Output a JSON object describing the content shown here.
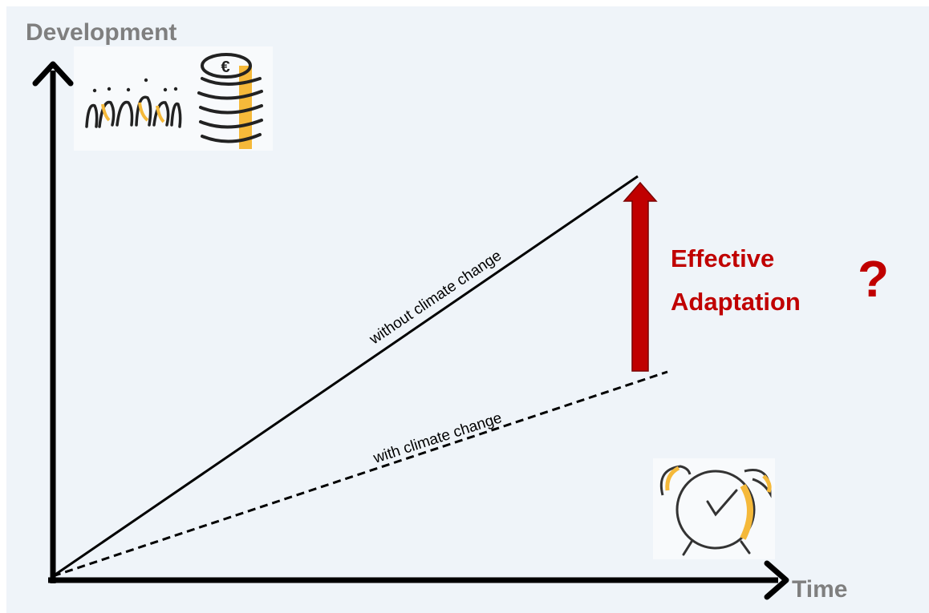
{
  "diagram": {
    "y_axis_label": "Development",
    "x_axis_label": "Time",
    "line_without": "without climate change",
    "line_with": "with climate change",
    "adaptation_line1": "Effective",
    "adaptation_line2": "Adaptation",
    "question_mark": "?"
  },
  "colors": {
    "background": "#eff4f9",
    "axis_label": "#7f7f7f",
    "adaptation": "#c00000",
    "arrow_fill": "#c00000",
    "accent_yellow": "#f5b93a",
    "ink": "#000000"
  },
  "icons": {
    "top_left": "people-and-coins-sketch-icon",
    "bottom_right": "alarm-clock-sketch-icon"
  }
}
